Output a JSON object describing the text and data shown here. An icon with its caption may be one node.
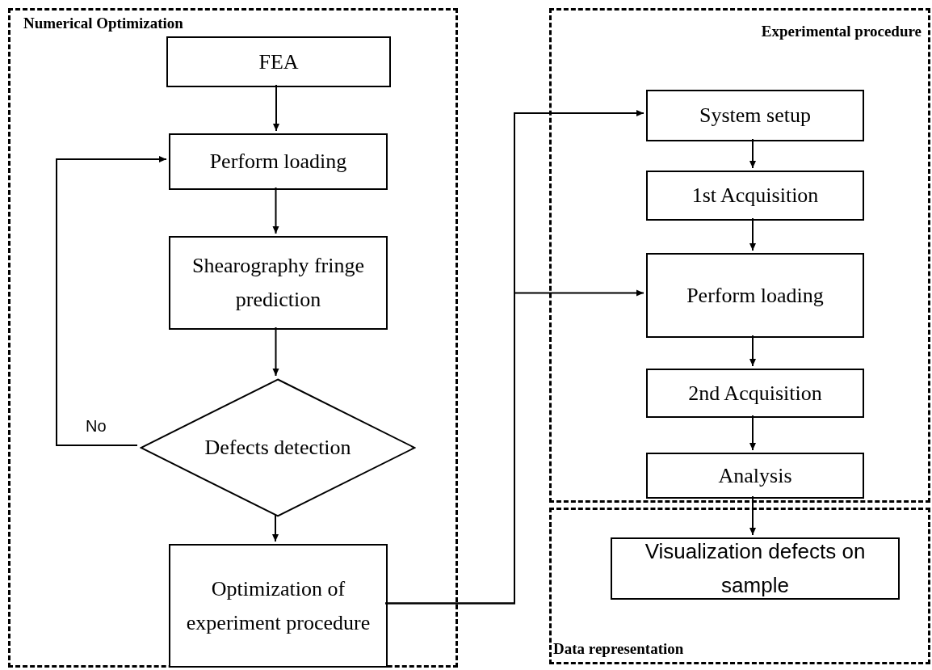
{
  "diagram": {
    "nodes": [
      {
        "text": [
          "Numerical Optimization"
        ]
      },
      {
        "text": [
          "Experimental procedure"
        ]
      },
      {
        "text": [
          "Data representation"
        ]
      },
      {
        "text": [
          "FEA"
        ],
        "in": 0
      },
      {
        "text": [
          "Perform loading"
        ],
        "in": 0
      },
      {
        "text": [
          "Shearography fringe prediction"
        ],
        "in": 0
      },
      {
        "text": [
          "Defects detection"
        ],
        "in": 0
      },
      {
        "text": [
          "Optimization of experiment procedure"
        ],
        "in": 0
      },
      {
        "text": [
          "System setup"
        ],
        "in": 1
      },
      {
        "text": [
          "1st Acquisition"
        ],
        "in": 1
      },
      {
        "text": [
          "Perform loading"
        ],
        "in": 1
      },
      {
        "text": [
          "2nd Acquisition"
        ],
        "in": 1
      },
      {
        "text": [
          "Analysis"
        ],
        "in": 1
      },
      {
        "text": [
          "Visualization defects on sample"
        ],
        "in": 2
      }
    ],
    "edges": [
      {
        "from": 3,
        "to": 4,
        "arrow": "to"
      },
      {
        "from": 4,
        "to": 5,
        "arrow": "to"
      },
      {
        "from": 5,
        "to": 6,
        "arrow": "to"
      },
      {
        "from": 6,
        "to": 7,
        "arrow": "to"
      },
      {
        "from": 6,
        "to": 4,
        "arrow": "to",
        "label": "No"
      },
      {
        "from": 7,
        "to": 8,
        "arrow": "to"
      },
      {
        "from": 7,
        "to": 10,
        "arrow": "to"
      },
      {
        "from": 8,
        "to": 9,
        "arrow": "to"
      },
      {
        "from": 9,
        "to": 10,
        "arrow": "to"
      },
      {
        "from": 10,
        "to": 11,
        "arrow": "to"
      },
      {
        "from": 11,
        "to": 12,
        "arrow": "to"
      },
      {
        "from": 12,
        "to": 13,
        "arrow": "to"
      }
    ]
  }
}
